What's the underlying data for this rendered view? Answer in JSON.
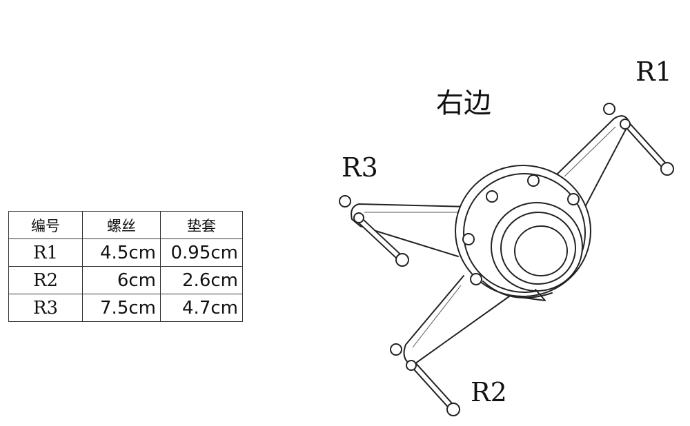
{
  "title": "右边",
  "labels": {
    "r1": "R1",
    "r2": "R2",
    "r3": "R3"
  },
  "table": {
    "headers": [
      "编号",
      "螺丝",
      "垫套"
    ],
    "rows": [
      [
        "R1",
        "4.5cm",
        "0.95cm"
      ],
      [
        "R2",
        "6cm",
        "2.6cm"
      ],
      [
        "R3",
        "7.5cm",
        "4.7cm"
      ]
    ]
  }
}
